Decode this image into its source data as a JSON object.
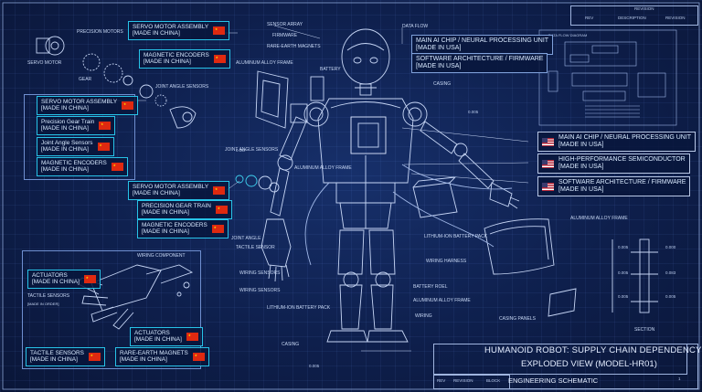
{
  "labels_china_left": [
    {
      "line1": "SERVO MOTOR ASSEMBLY",
      "line2": "[MADE IN CHINA]"
    },
    {
      "line1": "MAGNETIC ENCODERS",
      "line2": "[MADE IN CHINA]"
    },
    {
      "line1": "SERVO MOTOR ASSEMBLY",
      "line2": "[MADE IN CHINA]"
    },
    {
      "line1": "Precision Gear Train",
      "line2": "[MADE IN CHINA]"
    },
    {
      "line1": "Joint Angle Sensors",
      "line2": "[MADE IN CHINA]"
    },
    {
      "line1": "MAGNETIC ENCODERS",
      "line2": "[MADE IN CHINA]"
    }
  ],
  "labels_china_mid": [
    {
      "line1": "SERVO MOTOR ASSEMBLY",
      "line2": "[MADE IN CHINA]"
    },
    {
      "line1": "PRECISION GEAR TRAIN",
      "line2": "[MADE IN CHINA]"
    },
    {
      "line1": "MAGNETIC ENCODERS",
      "line2": "[MADE IN CHINA]"
    }
  ],
  "labels_china_hand": [
    {
      "line1": "ACTUATORS",
      "line2": "[MADE IN CHINA]"
    },
    {
      "line1": "ACTUATORS",
      "line2": "[MADE IN CHINA]"
    },
    {
      "line1": "TACTILE SENSORS",
      "line2": "[MADE IN CHINA]"
    },
    {
      "line1": "RARE-EARTH MAGNETS",
      "line2": "[MADE IN CHINA]"
    }
  ],
  "labels_usa_top": [
    {
      "line1": "MAIN AI CHIP / NEURAL PROCESSING UNIT",
      "line2": "[MADE IN USA]"
    },
    {
      "line1": "SOFTWARE ARCHITECTURE / FIRMWARE",
      "line2": "[MADE IN USA]"
    }
  ],
  "labels_usa_right": [
    {
      "line1": "MAIN AI CHIP / NEURAL PROCESSING UNIT",
      "line2": "[MADE IN USA]"
    },
    {
      "line1": "HIGH-PERFORMANCE SEMICONDUCTOR",
      "line2": "[MADE IN USA]"
    },
    {
      "line1": "SOFTWARE ARCHITECTURE / FIRMWARE",
      "line2": "[MADE IN USA]"
    }
  ],
  "callouts": {
    "precision_motors": "PRECISION MOTORS",
    "servo_motor": "SERVO MOTOR",
    "gear": "GEAR",
    "joint_angle_sensors": "JOINT ANGLE SENSORS",
    "sensor_array": "SENSOR ARRAY",
    "firmware": "FIRMWARE",
    "rare_earth_magnets": "RARE-EARTH MAGNETS",
    "battery": "BATTERY",
    "aluminum_alloy_frame": "ALUMINUM ALLOY FRAME",
    "data_flow": "DATA FLOW",
    "casing_top": "CASING",
    "joint_angle_sensors_mid": "JOINT ANGLE SENSORS",
    "aluminum_alloy_frame_mid": "ALUMINUM ALLOY FRAME",
    "joint_angle": "JOINT ANGLE",
    "tactile_sensor": "TACTILE SENSOR",
    "wiring_sensors": "WIRING SENSORS",
    "wiring_sensors2": "WIRING SENSORS",
    "lithium_battery_pack_mid": "LITHIUM-ION BATTERY PACK",
    "casing_bottom": "CASING",
    "wiring": "WIRING",
    "lithium_battery_pack_right": "LITHIUM-ION BATTERY PACK",
    "wiring_harness": "WIRING HARNESS",
    "battery_roel": "BATTERY ROEL",
    "aluminum_alloy_frame_low": "ALUMINUM ALLOY FRAME",
    "aluminum_alloy_frame_right": "ALUMINUM ALLOY FRAME",
    "casing_panels": "CASING PANELS",
    "wiring_component": "WIRING COMPONENT",
    "tactile_sensors_hand": "TACTILE SENSORS",
    "made_in_order": "[MADE IN ORDER]",
    "section": "SECTION"
  },
  "dims": {
    "d1": "0.005",
    "d2": "0.057",
    "d3": "0.005",
    "d4": "0.000",
    "d5": "0.005",
    "d6": "0.083",
    "d7": "0.005",
    "d8": "0.005",
    "d9": "0.005"
  },
  "revision": {
    "title": "REVISION",
    "cols": [
      "REV",
      "DESCRIPTION",
      "REVISION"
    ]
  },
  "title_block": {
    "title": "HUMANOID ROBOT: SUPPLY CHAIN DEPENDENCY",
    "subtitle": "EXPLODED VIEW (MODEL-HR01)",
    "drawing_type": "ENGINEERING SCHEMATIC",
    "cols": [
      "REV",
      "REVISION",
      "BLOCK"
    ],
    "sheet": "1"
  },
  "schematic_title": "DATA FLOW DIAGRAM",
  "colors": {
    "background": "#0e1f4c",
    "china_border": "#27c3e8",
    "usa_border": "#b9c8e6",
    "line": "#c7d6f5"
  }
}
